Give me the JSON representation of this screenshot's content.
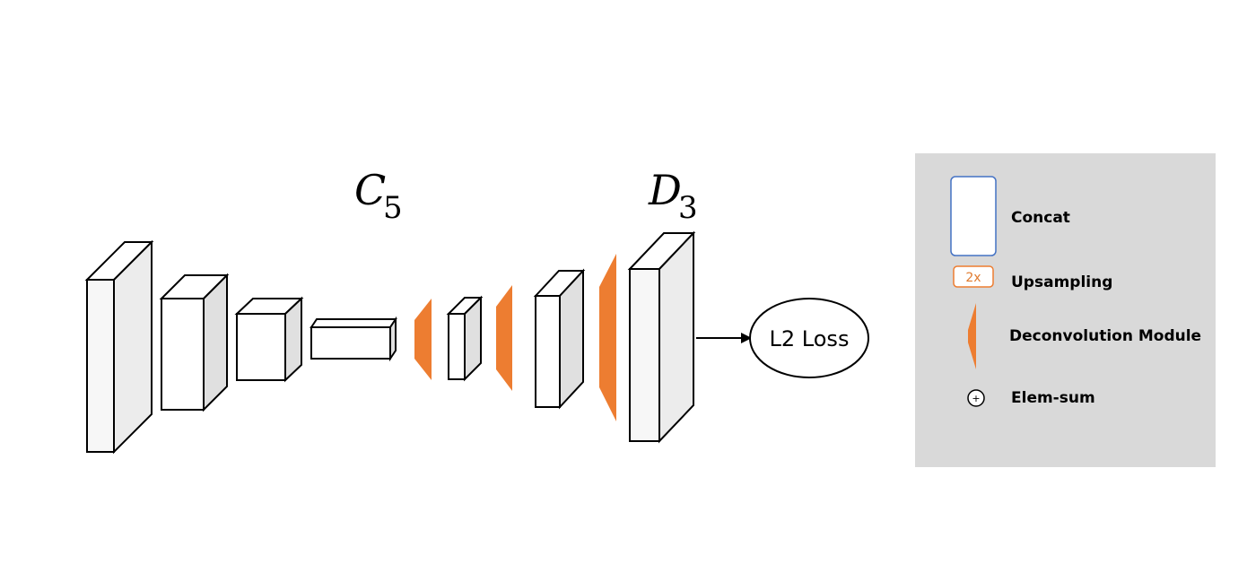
{
  "labels": {
    "c5_letter": "C",
    "c5_sub": "5",
    "d3_letter": "D",
    "d3_sub": "3",
    "loss": "L2 Loss"
  },
  "legend": {
    "concat_label": "Concat",
    "upsampling_badge": "2x",
    "upsampling_label": "Upsampling",
    "deconv_label": "Deconvolution Module",
    "elemsum_symbol": "+",
    "elemsum_label": "Elem-sum"
  },
  "colors": {
    "deconv": "#ed7d31",
    "legend_bg": "#d9d9d9",
    "concat_border": "#4472c4",
    "badge_border": "#ed7d31"
  }
}
